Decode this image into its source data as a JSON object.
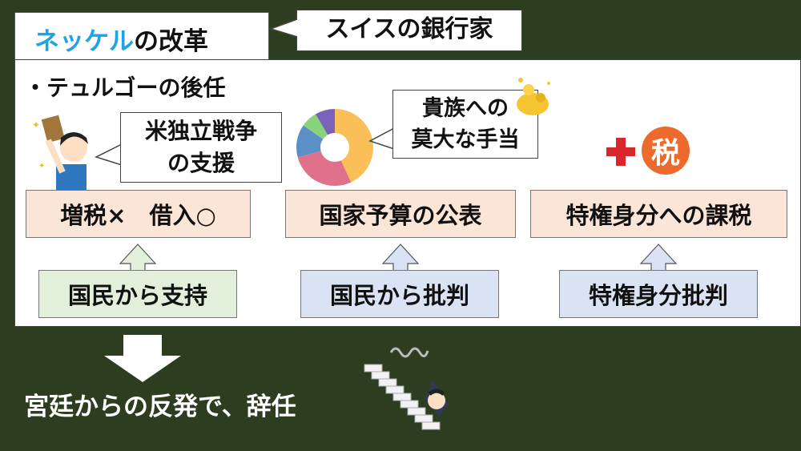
{
  "title": {
    "highlight": "ネッケル",
    "rest": "の改革"
  },
  "title_callout": "スイスの銀行家",
  "bullet": "・テュルゴーの後任",
  "callouts": {
    "war": [
      "米独立戦争",
      "の支援"
    ],
    "nobles": [
      "貴族への",
      "莫大な手当"
    ],
    "tax_icon": "税"
  },
  "policies": [
    {
      "label": "増税×　借入○"
    },
    {
      "label": "国家予算の公表"
    },
    {
      "label": "特権身分への課税"
    }
  ],
  "reactions": [
    {
      "label": "国民から支持"
    },
    {
      "label": "国民から批判"
    },
    {
      "label": "特権身分批判"
    }
  ],
  "conclusion": "宮廷からの反発で、辞任",
  "colors": {
    "background": "#2c3e1f",
    "accent_blue": "#1ea3e3",
    "tax_orange": "#ee6a2c",
    "plus_red": "#d9262c"
  }
}
